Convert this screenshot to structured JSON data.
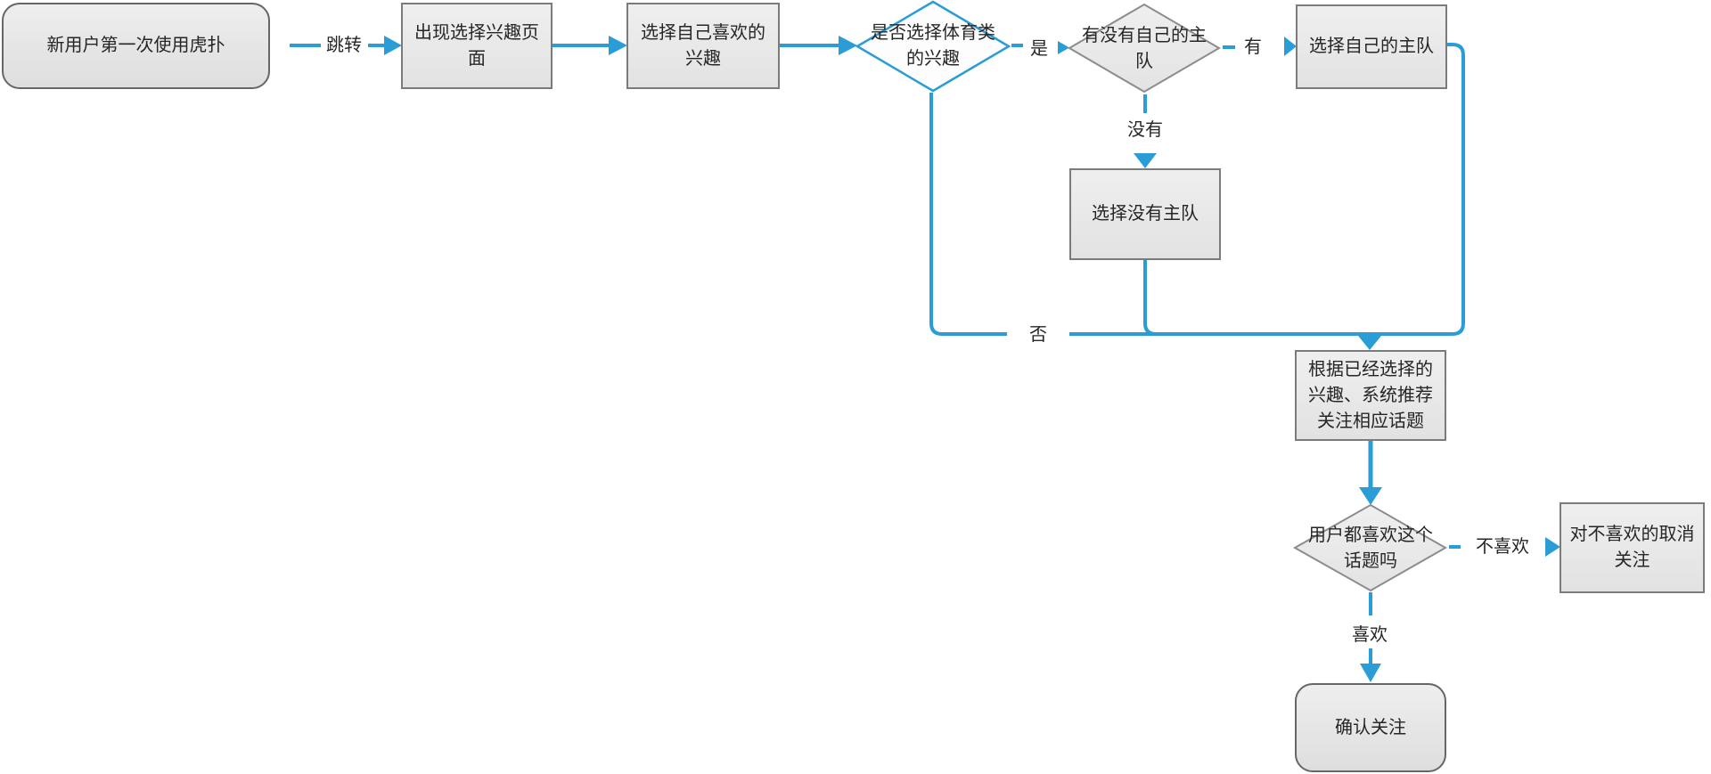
{
  "diagram": {
    "type": "flowchart",
    "nodes": [
      {
        "id": "start",
        "shape": "terminator",
        "label": "新用户第一次使用虎扑"
      },
      {
        "id": "interest_page",
        "shape": "process",
        "label": "出现选择兴趣页面"
      },
      {
        "id": "pick_interest",
        "shape": "process",
        "label": "选择自己喜欢的兴趣"
      },
      {
        "id": "sports_decision",
        "shape": "decision",
        "label": "是否选择体育类的兴趣"
      },
      {
        "id": "team_decision",
        "shape": "decision",
        "label": "有没有自己的主队"
      },
      {
        "id": "pick_team",
        "shape": "process",
        "label": "选择自己的主队"
      },
      {
        "id": "no_team",
        "shape": "process",
        "label": "选择没有主队"
      },
      {
        "id": "recommend",
        "shape": "process",
        "label": "根据已经选择的兴趣、系统推荐关注相应话题"
      },
      {
        "id": "like_decision",
        "shape": "decision",
        "label": "用户都喜欢这个话题吗"
      },
      {
        "id": "unfollow",
        "shape": "process",
        "label": "对不喜欢的取消关注"
      },
      {
        "id": "confirm",
        "shape": "terminator",
        "label": "确认关注"
      }
    ],
    "edge_labels": {
      "jump": "跳转",
      "yes": "是",
      "has": "有",
      "none": "没有",
      "no": "否",
      "dislike": "不喜欢",
      "like": "喜欢"
    },
    "colors": {
      "connector": "#2b9dd6",
      "process_border": "#7b7b7b",
      "terminator_border": "#666666",
      "decision_border": "#8c8c8c",
      "highlight_decision_border": "#2b9dd6",
      "node_text": "#262626"
    }
  }
}
